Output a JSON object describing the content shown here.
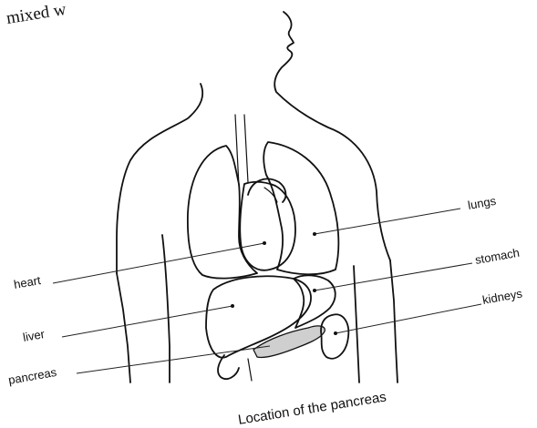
{
  "top_text_fragment": "mixed w",
  "labels": {
    "heart": "heart",
    "liver": "liver",
    "pancreas": "pancreas",
    "lungs": "lungs",
    "stomach": "stomach",
    "kidneys": "kidneys"
  },
  "caption": "Location of the pancreas",
  "colors": {
    "ink": "#111111",
    "pancreas_fill": "#cfcfcf"
  }
}
